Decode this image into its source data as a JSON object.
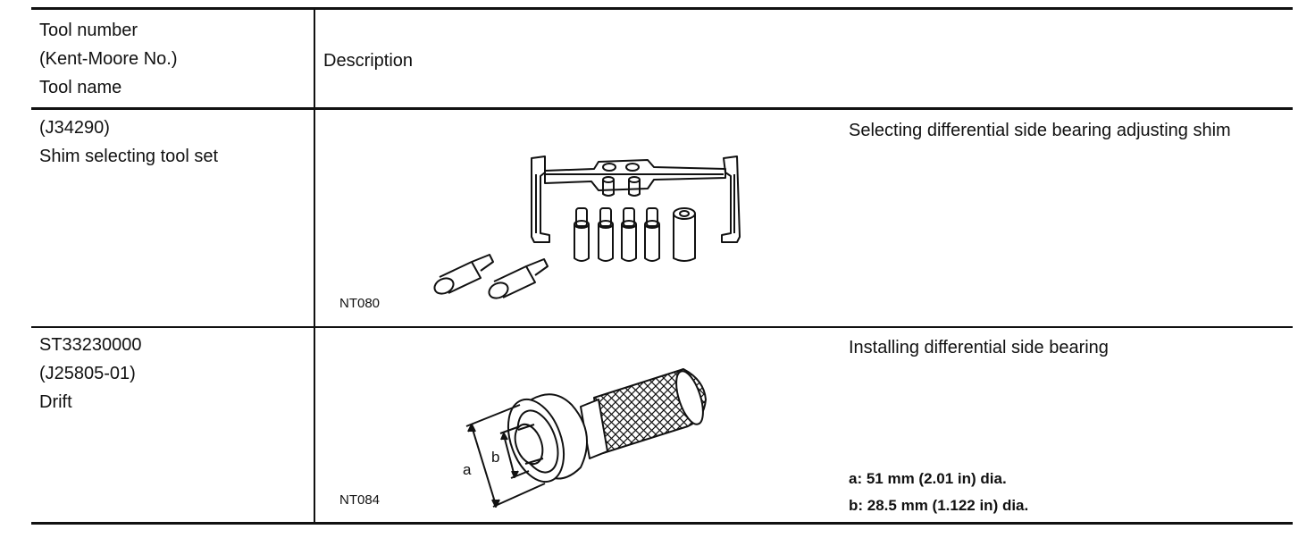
{
  "header": {
    "tool_number": "Tool number",
    "kent_moore": "(Kent-Moore No.)",
    "tool_name": "Tool name",
    "description": "Description"
  },
  "rows": [
    {
      "tool_lines": [
        "(J34290)",
        "Shim selecting tool set"
      ],
      "figure_code": "NT080",
      "description": "Selecting differential side bearing adjusting shim",
      "specs": []
    },
    {
      "tool_lines": [
        "ST33230000",
        "(J25805-01)",
        "Drift"
      ],
      "figure_code": "NT084",
      "description": "Installing differential side bearing",
      "labels": {
        "a": "a",
        "b": "b"
      },
      "specs": [
        "a: 51 mm (2.01 in) dia.",
        "b: 28.5 mm (1.122 in) dia."
      ]
    }
  ],
  "icons": {
    "row1_figure": "shim-selecting-tool-set-illustration",
    "row2_figure": "drift-illustration"
  }
}
